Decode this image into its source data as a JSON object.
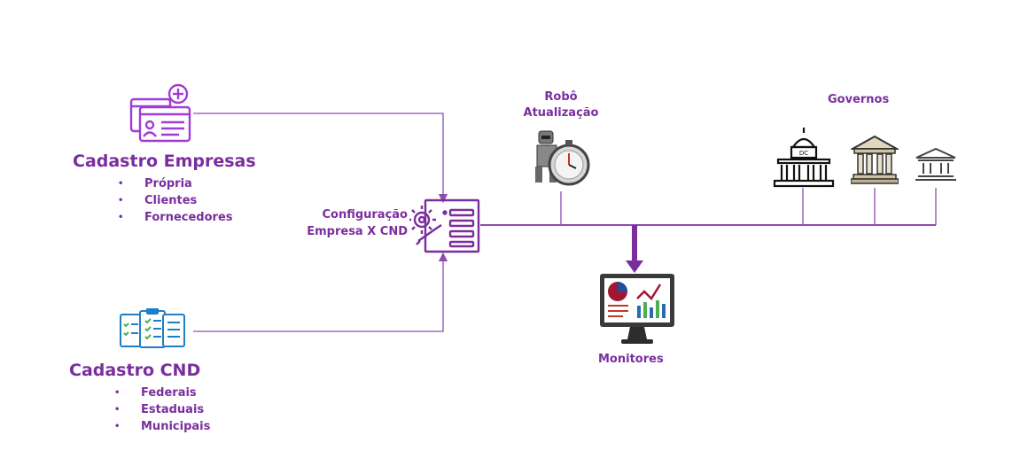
{
  "diagram": {
    "cadastro_empresas": {
      "title": "Cadastro Empresas",
      "items": [
        "Própria",
        "Clientes",
        "Fornecedores"
      ]
    },
    "cadastro_cnd": {
      "title": "Cadastro CND",
      "items": [
        "Federais",
        "Estaduais",
        "Municipais"
      ]
    },
    "configuracao": {
      "line1": "Configuração",
      "line2": "Empresa X CND"
    },
    "robo": {
      "line1": "Robô",
      "line2": "Atualização"
    },
    "governos": {
      "title": "Governos"
    },
    "monitores": {
      "title": "Monitores"
    },
    "colors": {
      "primary": "#7a2e9e",
      "line": "#8e4cb3",
      "icon_purple": "#a03bd6",
      "icon_blue": "#1f7fc4",
      "icon_green": "#4caf50"
    }
  }
}
